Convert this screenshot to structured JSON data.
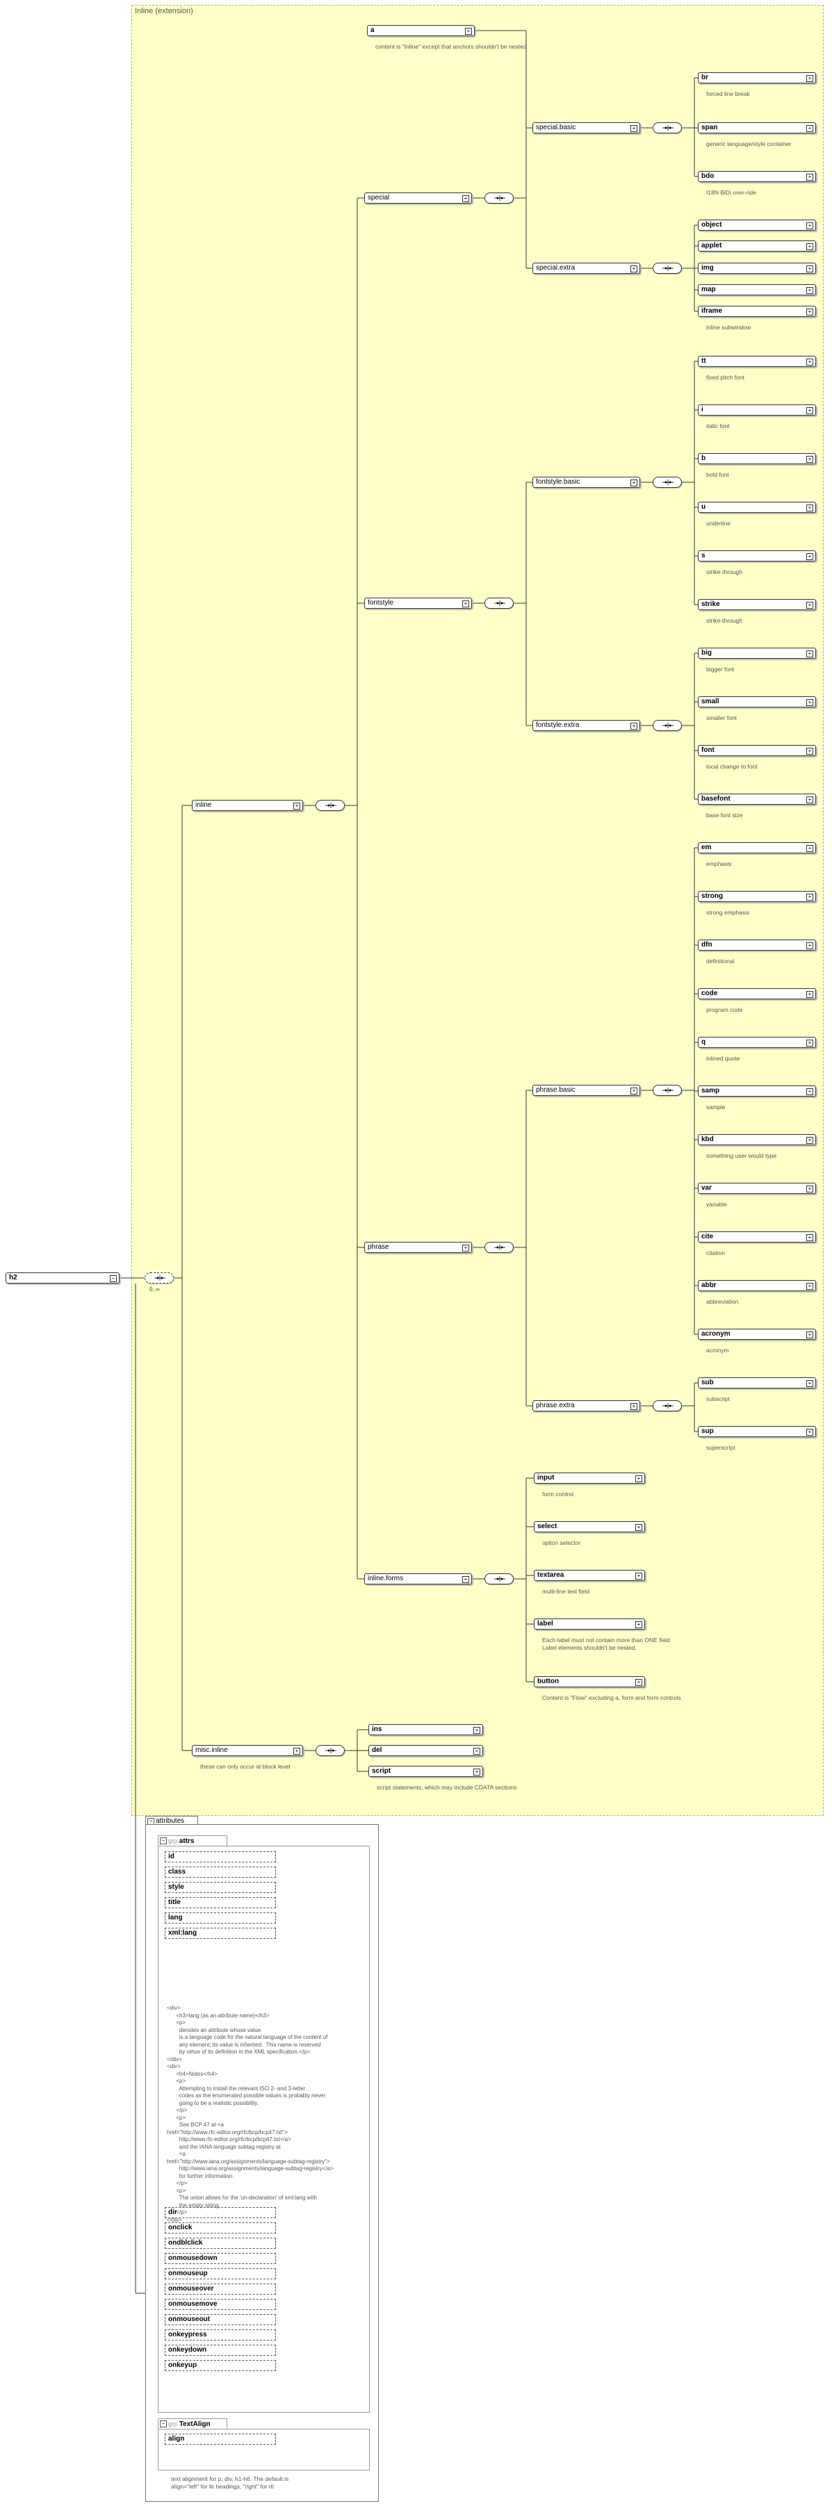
{
  "root": {
    "label": "h2",
    "cardinality": "0..∞"
  },
  "group_title": "Inline (extension)",
  "nodes": {
    "inline": "inline",
    "special": "special",
    "a": "a",
    "a_desc": "content is \"Inline\" except that anchors shouldn't be nested",
    "special_basic": "special.basic",
    "br": "br",
    "br_desc": "forced line break",
    "span": "span",
    "span_desc": "generic language/style container",
    "bdo": "bdo",
    "bdo_desc": "I18N BiDi over-ride",
    "special_extra": "special.extra",
    "object": "object",
    "applet": "applet",
    "img": "img",
    "map": "map",
    "iframe": "iframe",
    "iframe_desc": "inline subwindow",
    "fontstyle": "fontstyle",
    "fontstyle_basic": "fontstyle.basic",
    "tt": "tt",
    "tt_desc": "fixed pitch font",
    "i": "i",
    "i_desc": "italic font",
    "b": "b",
    "b_desc": "bold font",
    "u": "u",
    "u_desc": "underline",
    "s": "s",
    "s_desc": "strike-through",
    "strike": "strike",
    "strike_desc": "strike-through",
    "fontstyle_extra": "fontstyle.extra",
    "big": "big",
    "big_desc": "bigger font",
    "small": "small",
    "small_desc": "smaller font",
    "font": "font",
    "font_desc": "local change to font",
    "basefont": "basefont",
    "basefont_desc": "base font size",
    "phrase": "phrase",
    "phrase_basic": "phrase.basic",
    "em": "em",
    "em_desc": "emphasis",
    "strong": "strong",
    "strong_desc": "strong emphasis",
    "dfn": "dfn",
    "dfn_desc": "definitional",
    "code": "code",
    "code_desc": "program code",
    "q": "q",
    "q_desc": "inlined quote",
    "samp": "samp",
    "samp_desc": "sample",
    "kbd": "kbd",
    "kbd_desc": "something user would type",
    "var": "var",
    "var_desc": "variable",
    "cite": "cite",
    "cite_desc": "citation",
    "abbr": "abbr",
    "abbr_desc": "abbreviation",
    "acronym": "acronym",
    "acronym_desc": "acronym",
    "phrase_extra": "phrase.extra",
    "sub": "sub",
    "sub_desc": "subscript",
    "sup": "sup",
    "sup_desc": "superscript",
    "inline_forms": "inline.forms",
    "input": "input",
    "input_desc": "form control",
    "select": "select",
    "select_desc": "option selector",
    "textarea": "textarea",
    "textarea_desc": "multi-line text field",
    "label": "label",
    "label_desc": "Each label must not contain more than ONE field\nLabel elements shouldn't be nested.",
    "button": "button",
    "button_desc": "Content is \"Flow\" excluding a, form and form controls",
    "misc_inline": "misc.inline",
    "misc_inline_desc": "these can only occur at block level",
    "ins": "ins",
    "del": "del",
    "script": "script",
    "script_desc": "script statements, which may include CDATA sections"
  },
  "attributes": {
    "tab": "attributes",
    "attrs_group": {
      "prefix": "grp",
      "label": "attrs"
    },
    "list1": [
      "id",
      "class",
      "style",
      "title",
      "lang",
      "xml:lang"
    ],
    "xml_lang_note": "<div>\n      <h3>lang (as an attribute name)</h3>\n      <p>\n        denotes an attribute whose value\n        is a language code for the natural language of the content of\n        any element; its value is inherited.  This name is reserved\n        by virtue of its definition in the XML specification.</p>\n</div>\n<div>\n      <h4>Notes</h4>\n      <p>\n        Attempting to install the relevant ISO 2- and 3-letter\n        codes as the enumerated possible values is probably never\n        going to be a realistic possibility.\n      </p>\n      <p>\n        See BCP 47 at <a\nhref=\"http://www.rfc-editor.org/rfc/bcp/bcp47.txt\">\n        http://www.rfc-editor.org/rfc/bcp/bcp47.txt</a>\n        and the IANA language subtag registry at\n        <a\nhref=\"http://www.iana.org/assignments/language-subtag-registry\">\n        http://www.iana.org/assignments/language-subtag-registry</a>\n        for further information.\n      </p>\n      <p>\n        The union allows for the 'un-declaration' of xml:lang with\n        the empty string.\n      </p>\n</div>",
    "list2": [
      "dir",
      "onclick",
      "ondblclick",
      "onmousedown",
      "onmouseup",
      "onmouseover",
      "onmousemove",
      "onmouseout",
      "onkeypress",
      "onkeydown",
      "onkeyup"
    ],
    "textalign_group": {
      "prefix": "grp",
      "label": "TextAlign"
    },
    "align": "align",
    "align_desc": "text alignment for p, div, h1-h6. The default is\nalign=\"left\" for ltr headings, \"right\" for rtl"
  }
}
